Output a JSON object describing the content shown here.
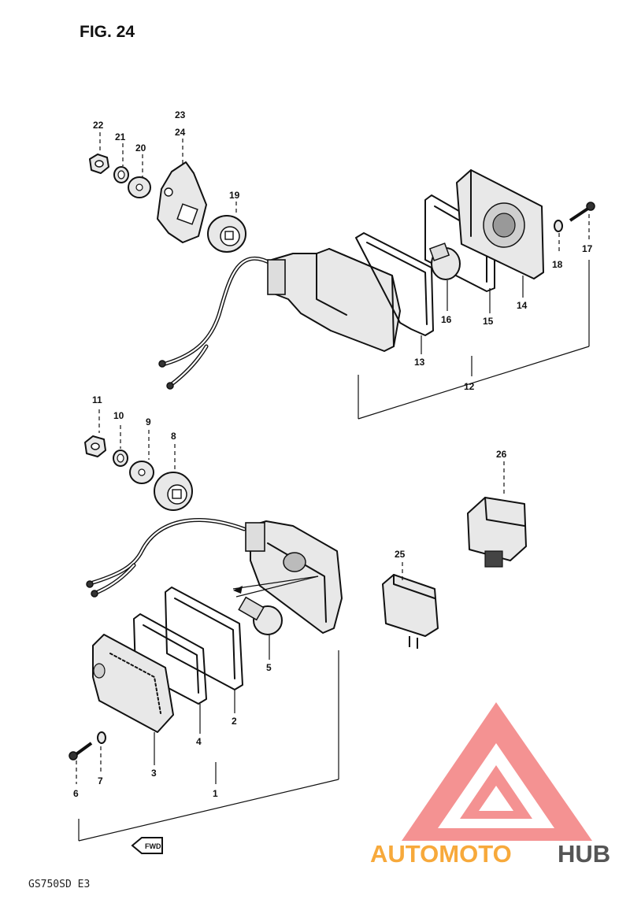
{
  "figure": {
    "title": "FIG. 24",
    "model": "GS750SD  E3"
  },
  "callouts": [
    "1",
    "2",
    "3",
    "4",
    "5",
    "6",
    "7",
    "8",
    "9",
    "10",
    "11",
    "12",
    "13",
    "14",
    "15",
    "16",
    "17",
    "18",
    "19",
    "20",
    "21",
    "22",
    "23",
    "24",
    "25",
    "26"
  ],
  "watermark": {
    "text_orange": "AUTOMOTO",
    "text_grey": "HUB",
    "colors": {
      "logo": "#f27f7f",
      "orange": "#f7a93b",
      "grey": "#555555"
    }
  },
  "icons": {
    "fwd_arrow": "fwd-arrow-icon",
    "logo": "automotohub-logo-icon"
  }
}
